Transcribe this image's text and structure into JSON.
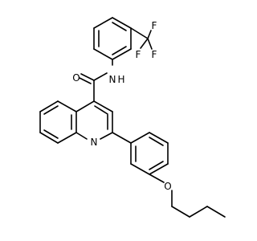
{
  "atom_labels": {
    "oxygen_carbonyl": "O",
    "amide_n": "N",
    "amide_h": "H",
    "quinoline_n": "N",
    "ether_o": "O",
    "fluorine_1": "F",
    "fluorine_2": "F",
    "fluorine_3": "F"
  }
}
